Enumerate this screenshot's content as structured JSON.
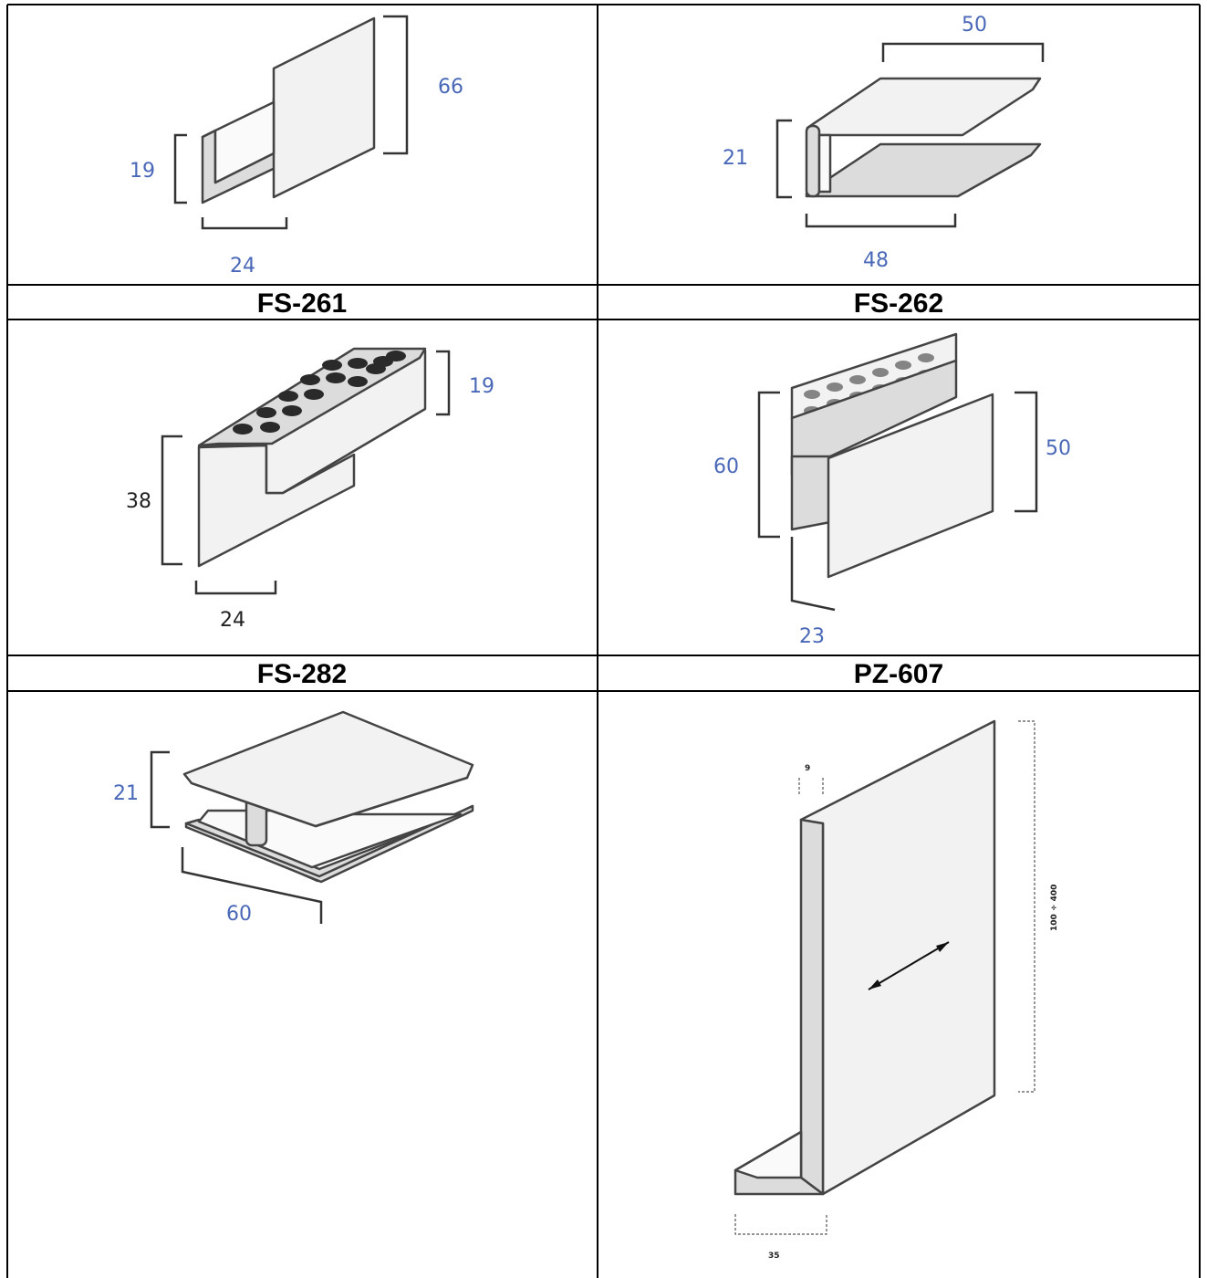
{
  "profiles": [
    {
      "code": "FS-261",
      "dims": [
        "66",
        "19",
        "24"
      ]
    },
    {
      "code": "FS-262",
      "dims": [
        "50",
        "21",
        "48"
      ]
    },
    {
      "code": "FS-282",
      "dims": [
        "19",
        "38",
        "24"
      ]
    },
    {
      "code": "PZ-607",
      "dims": [
        "60",
        "50",
        "23"
      ]
    },
    {
      "code": "",
      "dims": [
        "21",
        "60"
      ]
    },
    {
      "code": "",
      "dims": [
        "9",
        "100 ÷ 400",
        "35"
      ]
    }
  ]
}
